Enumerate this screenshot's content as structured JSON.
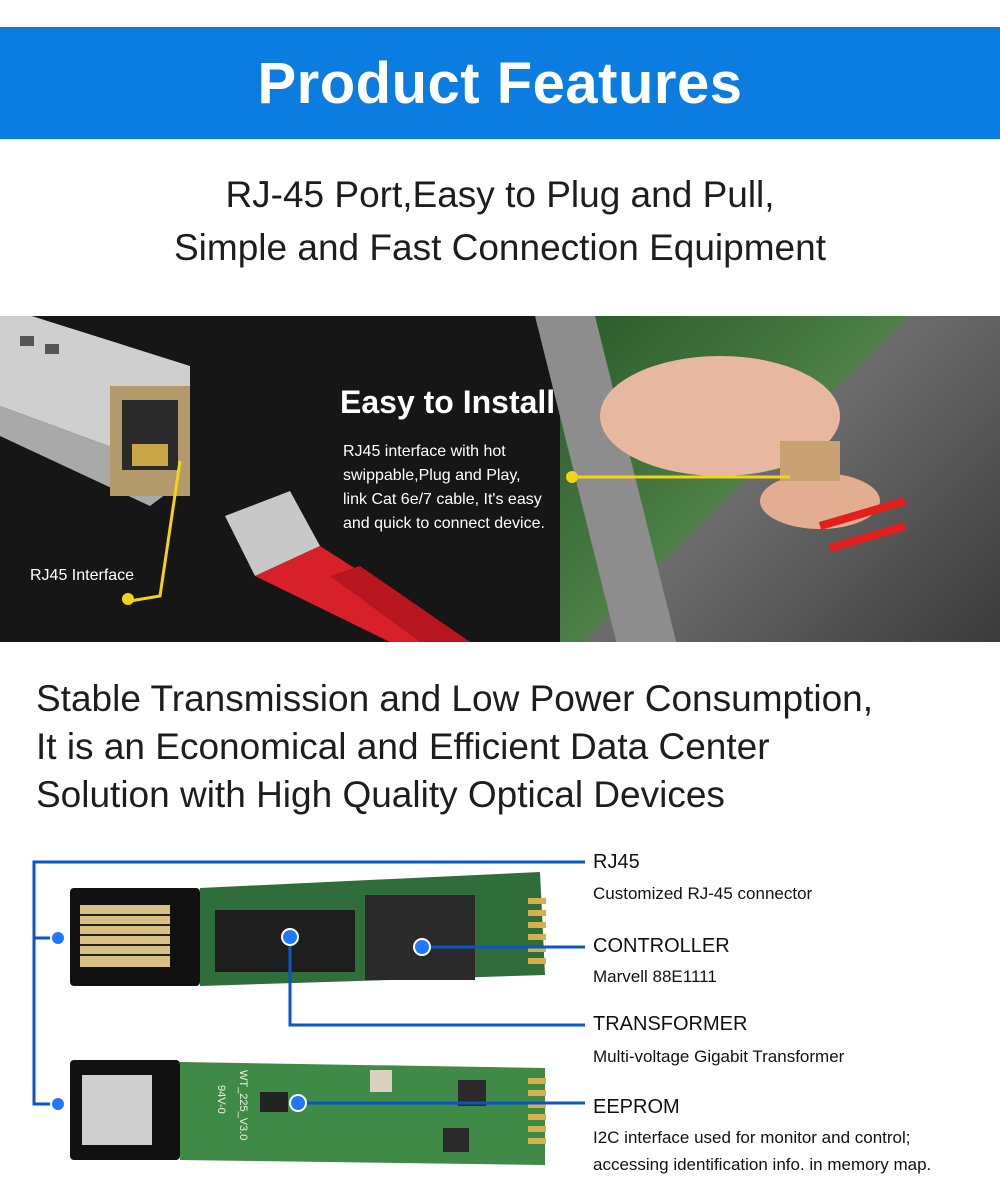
{
  "banner": {
    "title": "Product Features"
  },
  "intro": {
    "line1": "RJ-45 Port,Easy to Plug and Pull,",
    "line2": "Simple and Fast Connection Equipment"
  },
  "install": {
    "title": "Easy to Install",
    "desc": [
      "RJ45 interface with hot",
      "swippable,Plug and Play,",
      "link Cat 6e/7 cable, It's easy",
      "and quick to connect device."
    ],
    "rj_label": "RJ45 Interface"
  },
  "stable": {
    "line1": "Stable Transmission and Low Power Consumption,",
    "line2": "It is an Economical and Efficient Data Center",
    "line3": "Solution with High Quality Optical Devices"
  },
  "components": [
    {
      "title": "RJ45",
      "desc": [
        "Customized RJ-45 connector"
      ]
    },
    {
      "title": "CONTROLLER",
      "desc": [
        "Marvell 88E1111"
      ]
    },
    {
      "title": "TRANSFORMER",
      "desc": [
        "Multi-voltage Gigabit Transformer"
      ]
    },
    {
      "title": "EEPROM",
      "desc": [
        "I2C interface used for monitor and control;",
        "accessing identification info. in memory map."
      ]
    }
  ],
  "board_markings": {
    "b1": "WT_225_V3.0",
    "b2": "94V-0"
  },
  "colors": {
    "banner": "#0b7de0",
    "leader_yellow": "#f2d31a",
    "leader_blue": "#0a55c8"
  }
}
